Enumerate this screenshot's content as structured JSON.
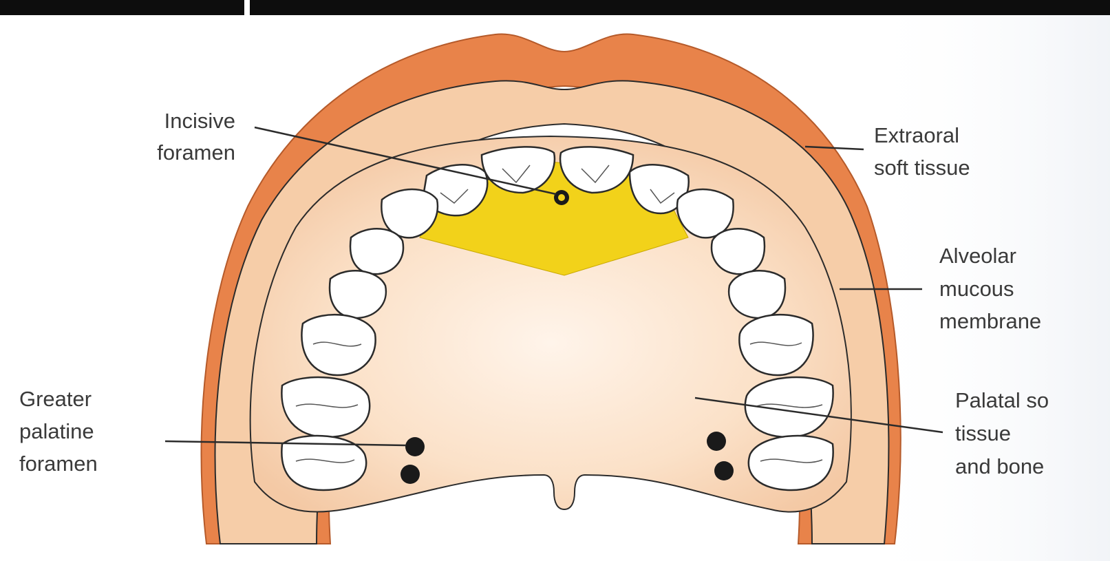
{
  "diagram": {
    "labels": {
      "incisive_foramen": [
        "Incisive",
        "foramen"
      ],
      "extraoral_soft_tissue": [
        "Extraoral",
        "soft tissue"
      ],
      "alveolar_mucous_membrane": [
        "Alveolar",
        "mucous",
        "membrane"
      ],
      "greater_palatine_foramen": [
        "Greater",
        "palatine",
        "foramen"
      ],
      "palatal_soft_tissue_and_bone": [
        "Palatal so",
        "tissue",
        "and bone"
      ]
    },
    "colors": {
      "extraoral_soft_tissue": "#e8834a",
      "alveolar_mucosa": "#f6cda8",
      "palate": "#fbe3cc",
      "incisive_region": "#f2d21a",
      "teeth": "#ffffff",
      "outline": "#2b2b2b",
      "label_text": "#3a3a3a"
    }
  }
}
